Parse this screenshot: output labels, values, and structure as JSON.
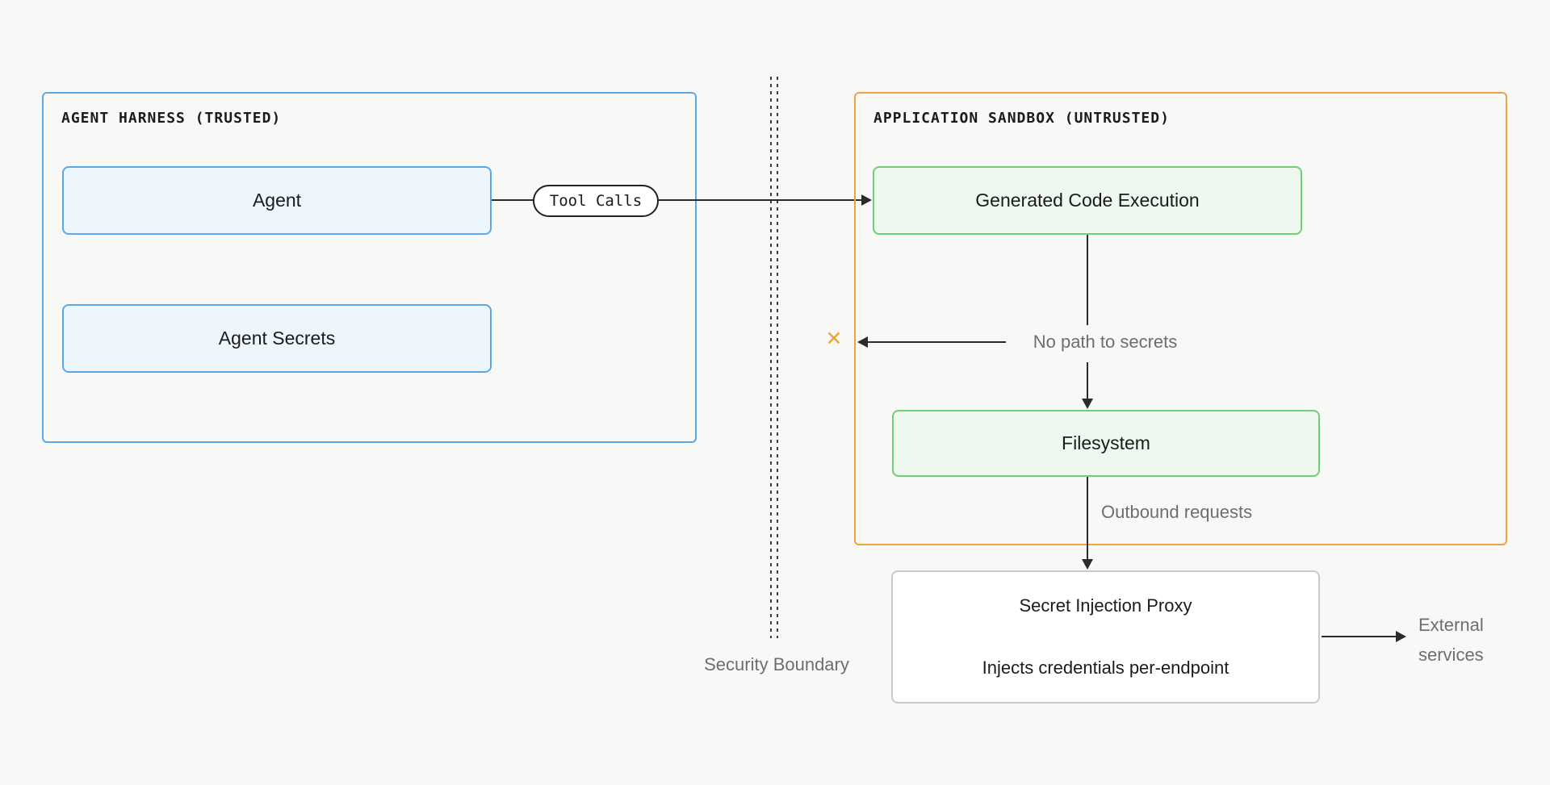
{
  "diagram": {
    "left_panel": {
      "title": "AGENT HARNESS (TRUSTED)",
      "nodes": [
        {
          "label": "Agent"
        },
        {
          "label": "Agent Secrets"
        }
      ]
    },
    "right_panel": {
      "title": "APPLICATION SANDBOX (UNTRUSTED)",
      "nodes": [
        {
          "label": "Generated Code Execution"
        },
        {
          "label": "Filesystem"
        }
      ]
    },
    "tool_calls_label": "Tool Calls",
    "annotations": {
      "no_path": "No path to secrets",
      "blocked_mark": "✕",
      "outbound": "Outbound requests",
      "security_boundary": "Security Boundary"
    },
    "proxy": {
      "title": "Secret Injection Proxy",
      "subtitle": "Injects credentials per-endpoint"
    },
    "external": {
      "line1": "External",
      "line2": "services"
    }
  },
  "colors": {
    "background": "#f8f8f6",
    "trusted_border": "#58a9ec",
    "trusted_fill": "#eef6fd",
    "sandbox_border": "#eda43d",
    "sandbox_node_border": "#6fcf74",
    "sandbox_node_fill": "#edf8ee",
    "proxy_border": "#c9c9c9",
    "annotation_gray": "#6e6e6e",
    "line_color": "#2b2b2b"
  }
}
